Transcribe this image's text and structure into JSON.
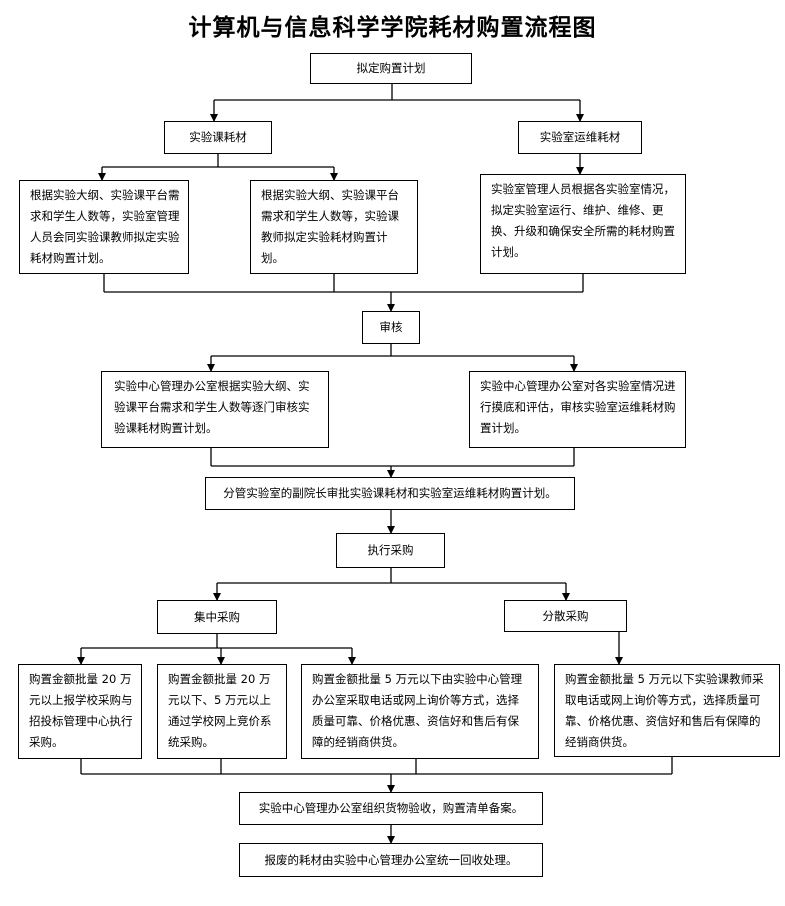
{
  "title": "计算机与信息科学学院耗材购置流程图",
  "nodes": {
    "plan": "拟定购置计划",
    "course": "实验课耗材",
    "ops": "实验室运维耗材",
    "c1": "根据实验大纲、实验课平台需求和学生人数等，实验室管理人员会同实验课教师拟定实验耗材购置计划。",
    "c2": "根据实验大纲、实验课平台需求和学生人数等，实验课教师拟定实验耗材购置计划。",
    "c3": "实验室管理人员根据各实验室情况，拟定实验室运行、维护、维修、更换、升级和确保安全所需的耗材购置计划。",
    "review": "审核",
    "r1": "实验中心管理办公室根据实验大纲、实验课平台需求和学生人数等逐门审核实验课耗材购置计划。",
    "r2": "实验中心管理办公室对各实验室情况进行摸底和评估，审核实验室运维耗材购置计划。",
    "approve": "分管实验室的副院长审批实验课耗材和实验室运维耗材购置计划。",
    "execute": "执行采购",
    "central": "集中采购",
    "dispersed": "分散采购",
    "p1": "购置金额批量 20 万元以上报学校采购与招投标管理中心执行采购。",
    "p2": "购置金额批量 20 万元以下、5 万元以上通过学校网上竞价系统采购。",
    "p3": "购置金额批量 5 万元以下由实验中心管理办公室采取电话或网上询价等方式，选择质量可靠、价格优惠、资信好和售后有保障的经销商供货。",
    "p4": "购置金额批量 5 万元以下实验课教师采取电话或网上询价等方式，选择质量可靠、价格优惠、资信好和售后有保障的经销商供货。",
    "accept": "实验中心管理办公室组织货物验收，购置清单备案。",
    "dispose": "报废的耗材由实验中心管理办公室统一回收处理。"
  }
}
